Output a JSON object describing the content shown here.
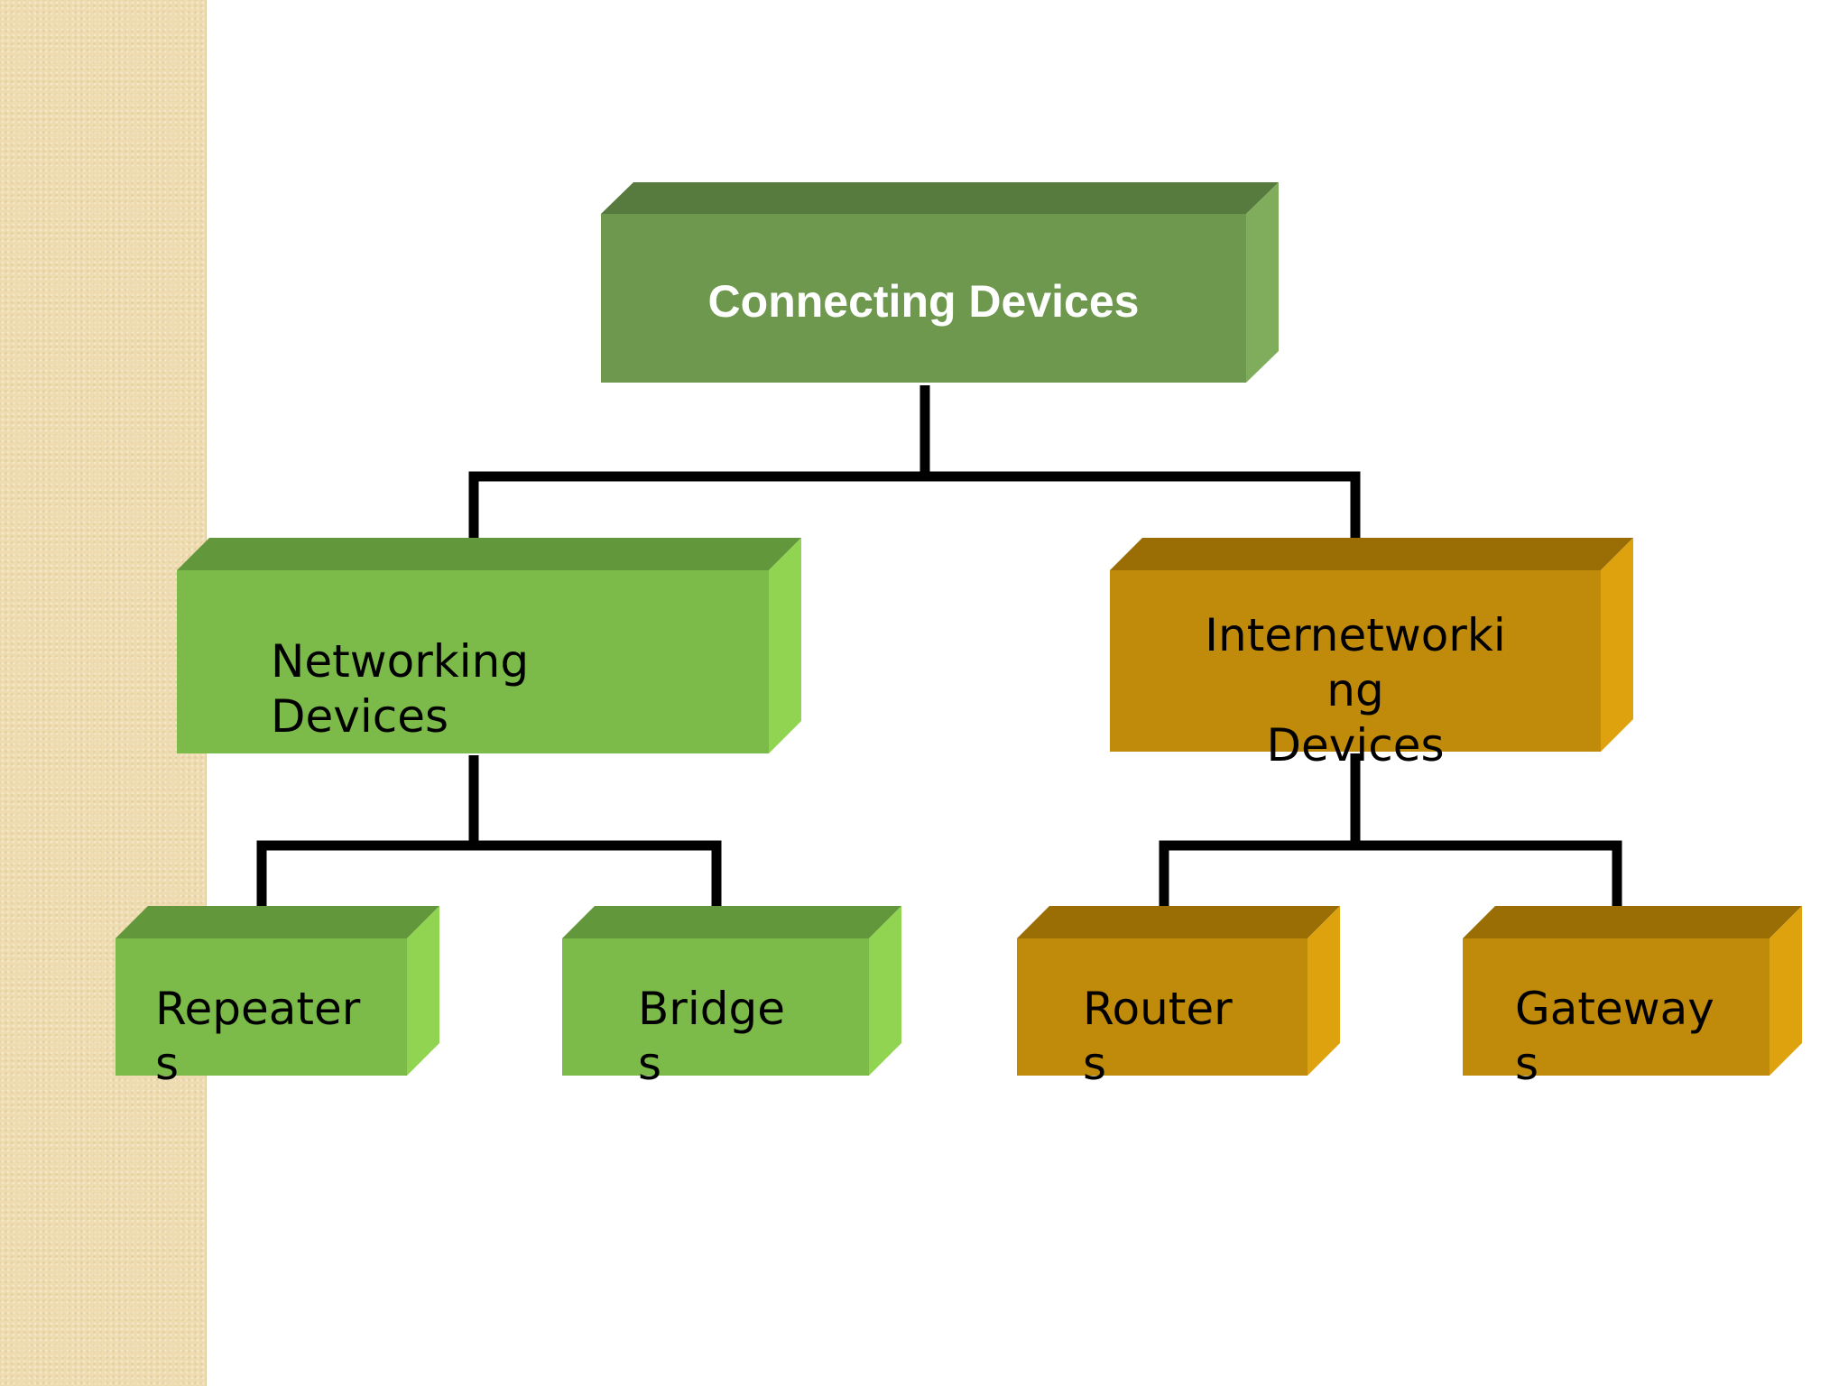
{
  "diagram": {
    "root": {
      "label": "Connecting Devices"
    },
    "networking": {
      "label": "Networking\nDevices"
    },
    "internetworking": {
      "label": "Internetworki\nng\nDevices"
    },
    "repeaters": {
      "label": "Repeater\ns"
    },
    "bridges": {
      "label": "Bridge\ns"
    },
    "routers": {
      "label": "Router\ns"
    },
    "gateways": {
      "label": "Gateway\ns"
    }
  },
  "colors": {
    "root_front": "#6d984d",
    "root_top": "#577a3e",
    "root_side": "#80ad5b",
    "green_front": "#7cbb4a",
    "green_top": "#62973b",
    "green_side": "#90d452",
    "gold_front": "#c08a0a",
    "gold_top": "#9a6e05",
    "gold_side": "#dea20e",
    "connector": "#000000"
  }
}
